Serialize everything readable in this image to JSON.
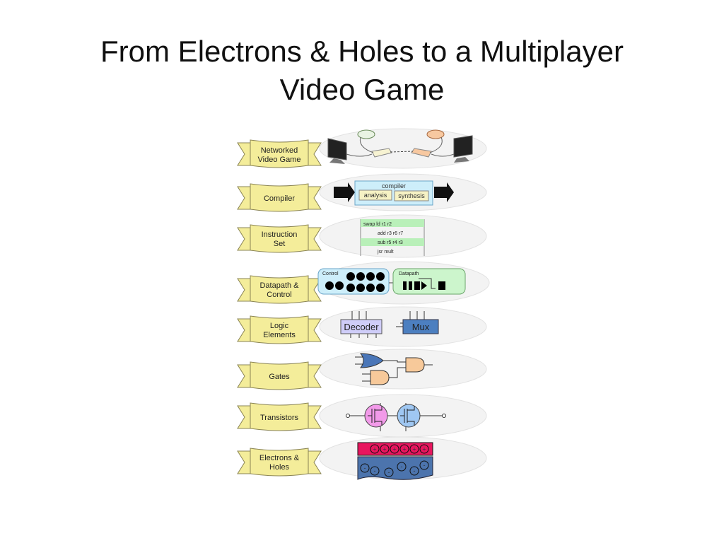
{
  "title": {
    "line1": "From Electrons & Holes to a Multiplayer",
    "line2": "Video Game"
  },
  "levels": [
    {
      "line1": "Networked",
      "line2": "Video Game"
    },
    {
      "line1": "Compiler",
      "line2": ""
    },
    {
      "line1": "Instruction",
      "line2": "Set"
    },
    {
      "line1": "Datapath &",
      "line2": "Control"
    },
    {
      "line1": "Logic",
      "line2": "Elements"
    },
    {
      "line1": "Gates",
      "line2": ""
    },
    {
      "line1": "Transistors",
      "line2": ""
    },
    {
      "line1": "Electrons &",
      "line2": "Holes"
    }
  ],
  "compiler": {
    "title": "compiler",
    "analysis": "analysis",
    "synthesis": "synthesis"
  },
  "instructions": [
    "swap ld r1 r2",
    "add r3 r6 r7",
    "sub r5 r4 r3",
    "jsr mult"
  ],
  "datapath": {
    "control_label": "Control",
    "datapath_label": "Datapath"
  },
  "logic": {
    "decoder": "Decoder",
    "mux": "Mux"
  },
  "charges": {
    "plus": "+",
    "minus": "-"
  },
  "colors": {
    "ribbon": "#f4ed9a",
    "cloud": "#f2f2f2",
    "compiler_box": "#cdeefa",
    "instr_green": "#b9f0b9",
    "control": "#cdeefa",
    "datapath": "#ccf5cc",
    "decoder": "#cfcdf8",
    "mux": "#4c7fc0",
    "gate": "#f7c99a",
    "or_gate": "#4a76b8",
    "pmos": "#f29ae9",
    "nmos": "#9fc7f2",
    "p_region": "#e8155e",
    "n_region": "#4c74ad"
  }
}
